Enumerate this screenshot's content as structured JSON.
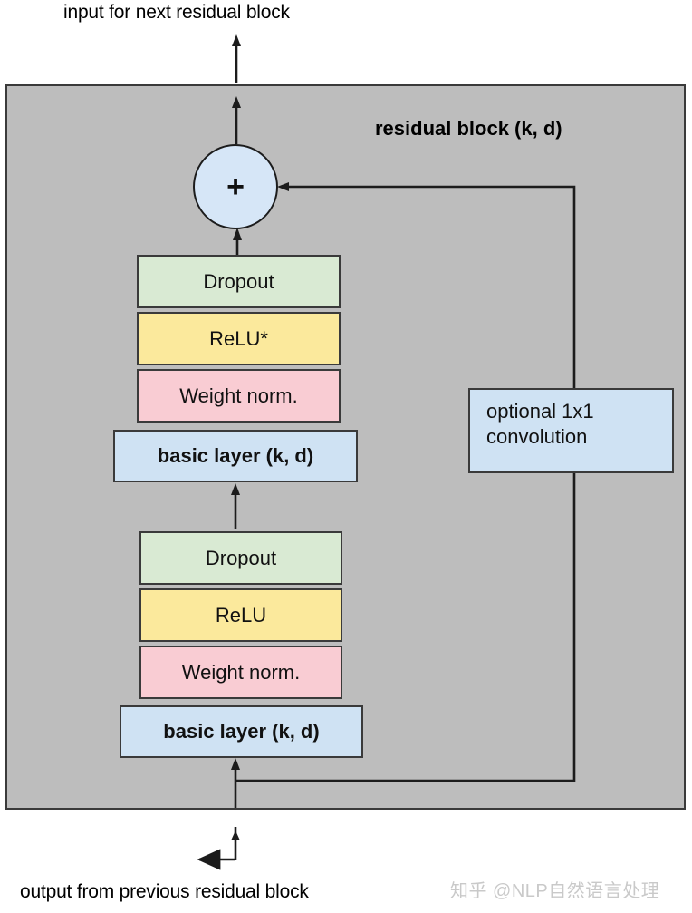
{
  "diagram": {
    "title": "residual block (k, d)",
    "top_label": "input for next residual block",
    "bottom_label": "output from previous residual block",
    "watermark": "知乎 @NLP自然语言处理",
    "adder_symbol": "+",
    "colors": {
      "panel": "#bdbdbd",
      "panel_border": "#3a3a3a",
      "dropout": "#d9ead3",
      "relu": "#fbe99c",
      "weight_norm": "#f9ccd3",
      "basic_layer": "#cfe2f3",
      "adder": "#d6e6f7",
      "line": "#1c1c1c",
      "watermark": "#c9c9c9"
    },
    "upper_stack": {
      "dropout": "Dropout",
      "relu": "ReLU*",
      "weight_norm": "Weight norm.",
      "basic_layer": "basic layer (k, d)"
    },
    "lower_stack": {
      "dropout": "Dropout",
      "relu": "ReLU",
      "weight_norm": "Weight norm.",
      "basic_layer": "basic layer (k, d)"
    },
    "skip_branch": {
      "label": "optional 1x1\nconvolution"
    }
  }
}
